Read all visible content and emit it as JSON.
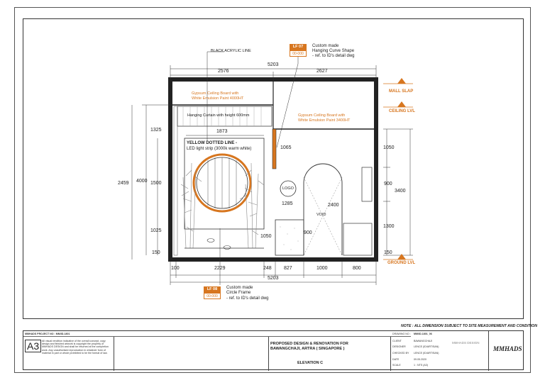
{
  "dims": {
    "top_total": "5203",
    "top_left": "2576",
    "top_right": "2627",
    "bottom_total": "5203",
    "bottom_segments": [
      "100",
      "2229",
      "248",
      "827",
      "1000",
      "800"
    ],
    "left_outer": "2459",
    "left_mid": "4000",
    "left_1325": "1325",
    "left_1500": "1500",
    "left_1025": "1025",
    "left_150": "150",
    "width_1873": "1873",
    "d1065": "1065",
    "d1285": "1285",
    "d2400": "2400",
    "d900_void": "900",
    "d1050_small": "1050",
    "right_1050": "1050",
    "right_900": "900",
    "right_1300": "1300",
    "right_3400": "3400",
    "right_150": "150"
  },
  "labels": {
    "black_acrylic": "BLACK ACRYLIC LINE",
    "gypsum_left_1": "Gypsum Ceiling Board with",
    "gypsum_left_2": "White Emulsion Paint 4000HT",
    "gypsum_right_1": "Gypsum Ceiling Board with",
    "gypsum_right_2": "White Emulsion Paint 3400HT",
    "curtain": "Hanging Curtain with height 600mm",
    "yellow_line": "YELLOW DOTTED LINE -",
    "led_strip": "LED light strip (3000k warm white)",
    "logo": "LOGO",
    "void": "VOID",
    "mall_slab": "MALL SLAP",
    "ceiling_lvl": "CEILING LVL",
    "ground_lvl": "GROUND LVL"
  },
  "tags": {
    "lf07_code": "LF 07",
    "lf07_sub": "00-000",
    "lf07_line1": "Custom made",
    "lf07_line2": "Hanging Curve Shape",
    "lf07_line3": "- ref. to ID's detail dwg",
    "lf08_code": "LF 08",
    "lf08_sub": "00-000",
    "lf08_line1": "Custom made",
    "lf08_line2": "Circle Frame",
    "lf08_line3": "- ref. to ID's detail dwg"
  },
  "note": "NOTE : ALL DIMENSION SUBJECT TO SITE MEASUREMENT AND CONDITION",
  "titleblock": {
    "project_no": "MMHADS PROJECT NO : MM/ID-1801",
    "size": "A3",
    "disclaimer": "All visual rendition indicative of the overall concept, copy design and finished artwork is copyright the property of MMHADS DESIGN and shall be returned at the completion work. Any unauthorised reproduction in whatever form of material in part or whole prohibited to be the format of law.",
    "project_title_1": "PROPOSED DESIGN & RENOVATION FOR",
    "project_title_2": "BAWANGCHAJI, ARTRA ( SINGAPORE )",
    "drawing_title": "ELEVATION C",
    "drawing_no_label": "DRAWING NO :",
    "drawing_no": "MM/ID-1801_06",
    "client_label": "CLIENT",
    "client": "BAWANGCHAJI",
    "designer_label": "DESIGNER",
    "designer": "LENCE (ID/ARTISAN)",
    "checked_label": "CHECKED BY",
    "checked": "LENCE (ID/ARTISAN)",
    "date_label": "DATE",
    "date": "09.05.2020",
    "scale_label": "SCALE",
    "scale": "1 : NTS (A3)",
    "firm": "MMHADS DESIGN",
    "logo_text": "MMHADS"
  },
  "colors": {
    "accent": "#d7761f",
    "line": "#222222",
    "foliage": "#888888"
  }
}
